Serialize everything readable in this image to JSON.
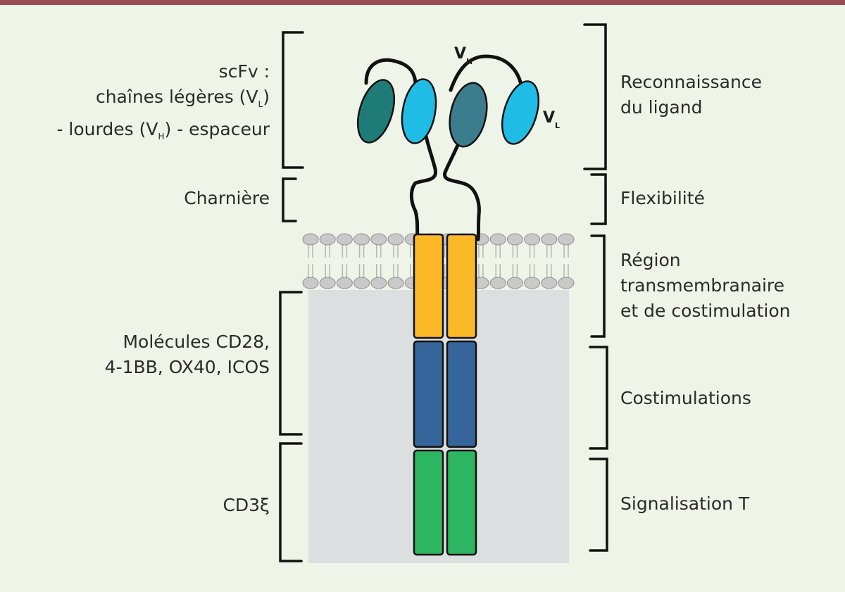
{
  "colors": {
    "top_bar": "#9a4a52",
    "background": "#eef4e7",
    "cytoplasm_box": "#dcdfdf",
    "vh_domain": "#1f7b78",
    "vl_domain": "#1fbde6",
    "vh_domain_right": "#3b7d8c",
    "transmembrane": "#fbb928",
    "costimulation": "#35659a",
    "cd3_signaling": "#2db561",
    "lipid_head": "#c9c9c9"
  },
  "left_labels": {
    "scfv": {
      "line1": "scFv :",
      "line2_pre": "chaînes légères (V",
      "line2_sub": "L",
      "line2_post": ")",
      "line3_pre": "- lourdes (V",
      "line3_sub": "H",
      "line3_post": ") - espaceur"
    },
    "hinge": "Charnière",
    "molecules_line1": "Molécules CD28,",
    "molecules_line2": "4-1BB, OX40, ICOS",
    "cd3": "CD3ξ"
  },
  "right_labels": {
    "recognition_line1": "Reconnaissance",
    "recognition_line2": "du ligand",
    "flexibility": "Flexibilité",
    "transmembrane_line1": "Région",
    "transmembrane_line2": "transmembranaire",
    "transmembrane_line3": "et de costimulation",
    "costimulations": "Costimulations",
    "signaling": "Signalisation T"
  },
  "domain_labels": {
    "vh_main": "V",
    "vh_sub": "H",
    "vl_main": "V",
    "vl_sub": "L"
  }
}
